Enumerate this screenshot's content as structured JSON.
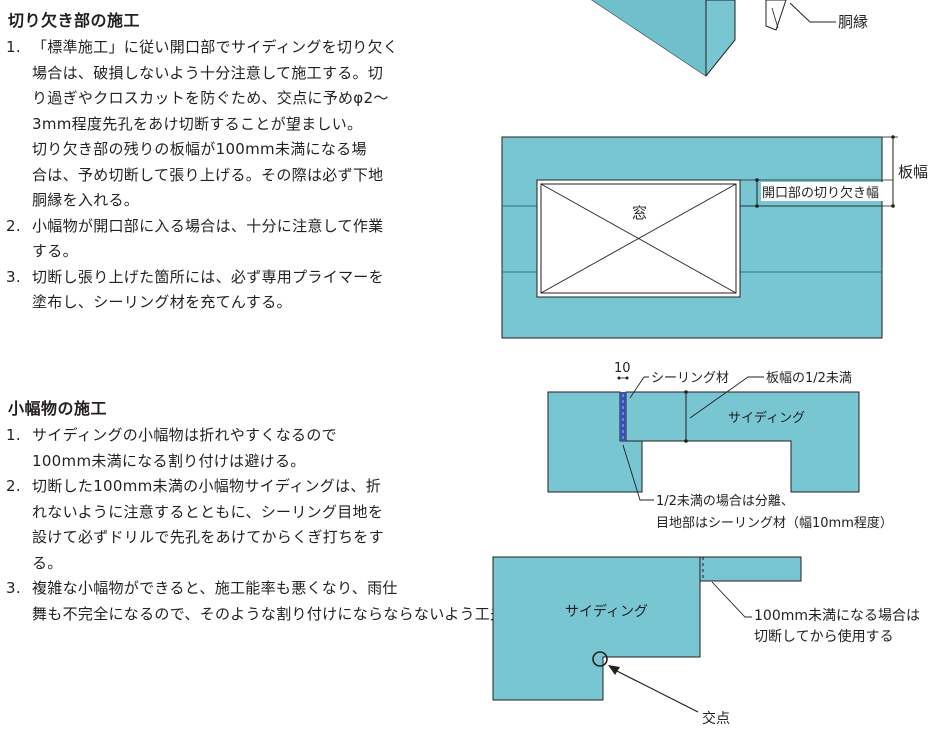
{
  "section1": {
    "title": "切り欠き部の施工",
    "items": [
      {
        "num": "1.",
        "lines": [
          "「標準施工」に従い開口部でサイディングを切り欠く",
          "場合は、破損しないよう十分注意して施工する。切",
          "り過ぎやクロスカットを防ぐため、交点に予めφ2〜",
          "3mm程度先孔をあけ切断することが望ましい。",
          "切り欠き部の残りの板幅が100mm未満になる場",
          "合は、予め切断して張り上げる。その際は必ず下地",
          "胴縁を入れる。"
        ]
      },
      {
        "num": "2.",
        "lines": [
          "小幅物が開口部に入る場合は、十分に注意して作業",
          "する。"
        ]
      },
      {
        "num": "3.",
        "lines": [
          "切断し張り上げた箇所には、必ず専用プライマーを",
          "塗布し、シーリング材を充てんする。"
        ]
      }
    ]
  },
  "section2": {
    "title": "小幅物の施工",
    "items": [
      {
        "num": "1.",
        "lines": [
          "サイディングの小幅物は折れやすくなるので",
          "100mm未満になる割り付けは避ける。"
        ]
      },
      {
        "num": "2.",
        "lines": [
          "切断した100mm未満の小幅物サイディングは、折",
          "れないように注意するとともに、シーリング目地を",
          "設けて必ずドリルで先孔をあけてからくぎ打ちをす",
          "る。"
        ]
      },
      {
        "num": "3.",
        "lines": [
          "複雑な小幅物ができると、施工能率も悪くなり、雨仕",
          "舞も不完全になるので、そのような割り付けにならならないよう工夫する。"
        ]
      }
    ]
  },
  "figures": {
    "fig1": {
      "label_furring": "胴縁"
    },
    "fig2": {
      "label_board_width": "板幅",
      "label_notch_width": "開口部の切り欠き幅",
      "label_window": "窓"
    },
    "fig3": {
      "label_10": "10",
      "label_sealing": "シーリング材",
      "label_half_width": "板幅の1/2未満",
      "label_siding": "サイディング",
      "label_note_line1": "1/2未満の場合は分離、",
      "label_note_line2": "目地部はシーリング材（幅10mm程度）"
    },
    "fig4": {
      "label_siding": "サイディング",
      "label_note_line1": "100mm未満になる場合は",
      "label_note_line2": "切断してから使用する",
      "label_intersection": "交点"
    }
  },
  "colors": {
    "siding_fill": "#79c6d3",
    "siding_top": "#9bd6e0",
    "line": "#231f20",
    "sealant": "#3a4fb0"
  }
}
